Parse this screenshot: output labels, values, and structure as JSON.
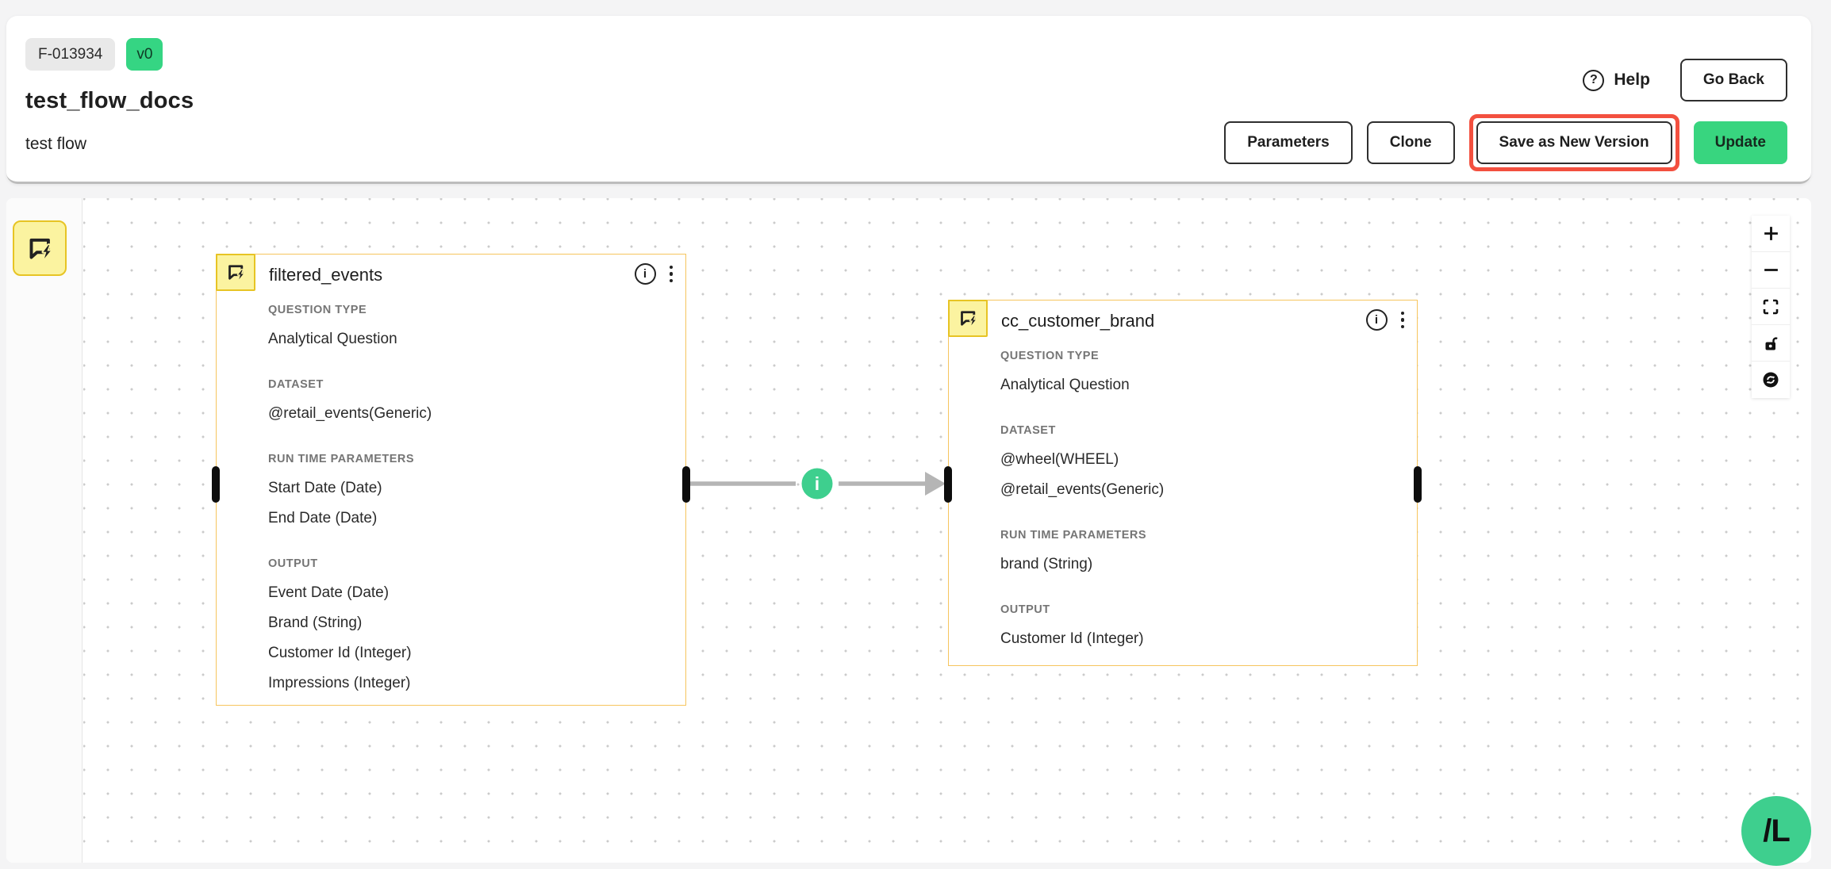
{
  "header": {
    "flow_id_badge": "F-013934",
    "version_badge": "v0",
    "title": "test_flow_docs",
    "subtitle": "test flow",
    "help_label": "Help",
    "help_glyph": "?",
    "go_back_label": "Go Back",
    "parameters_label": "Parameters",
    "clone_label": "Clone",
    "save_as_new_version_label": "Save as New Version",
    "update_label": "Update"
  },
  "canvas": {
    "sidebar_tools": [
      "analytical-question-node-tool"
    ],
    "nodes": [
      {
        "title": "filtered_events",
        "info_glyph": "i",
        "sections": [
          {
            "label": "QUESTION TYPE",
            "values": [
              "Analytical Question"
            ]
          },
          {
            "label": "DATASET",
            "values": [
              "@retail_events(Generic)"
            ]
          },
          {
            "label": "RUN TIME PARAMETERS",
            "values": [
              "Start Date (Date)",
              "End Date (Date)"
            ]
          },
          {
            "label": "OUTPUT",
            "values": [
              "Event Date (Date)",
              "Brand (String)",
              "Customer Id (Integer)",
              "Impressions (Integer)"
            ]
          }
        ]
      },
      {
        "title": "cc_customer_brand",
        "info_glyph": "i",
        "sections": [
          {
            "label": "QUESTION TYPE",
            "values": [
              "Analytical Question"
            ]
          },
          {
            "label": "DATASET",
            "values": [
              "@wheel(WHEEL)",
              "@retail_events(Generic)"
            ]
          },
          {
            "label": "RUN TIME PARAMETERS",
            "values": [
              "brand (String)"
            ]
          },
          {
            "label": "OUTPUT",
            "values": [
              "Customer Id (Integer)"
            ]
          }
        ]
      }
    ],
    "edge": {
      "from": "filtered_events",
      "to": "cc_customer_brand",
      "label": "i"
    },
    "zoom_controls": [
      "zoom-in",
      "zoom-out",
      "fit-view",
      "unlock",
      "reset"
    ],
    "logo_text": "/L"
  },
  "colors": {
    "accent_green": "#38d57f",
    "logo_green": "#3ecf8e",
    "highlight_red": "#f3503f",
    "node_border": "#f6c55e",
    "tool_yellow_bg": "#fbf3a0",
    "tool_yellow_border": "#e7c424",
    "edge_gray": "#b5b5b5",
    "badge_gray": "#e9e9e9"
  }
}
